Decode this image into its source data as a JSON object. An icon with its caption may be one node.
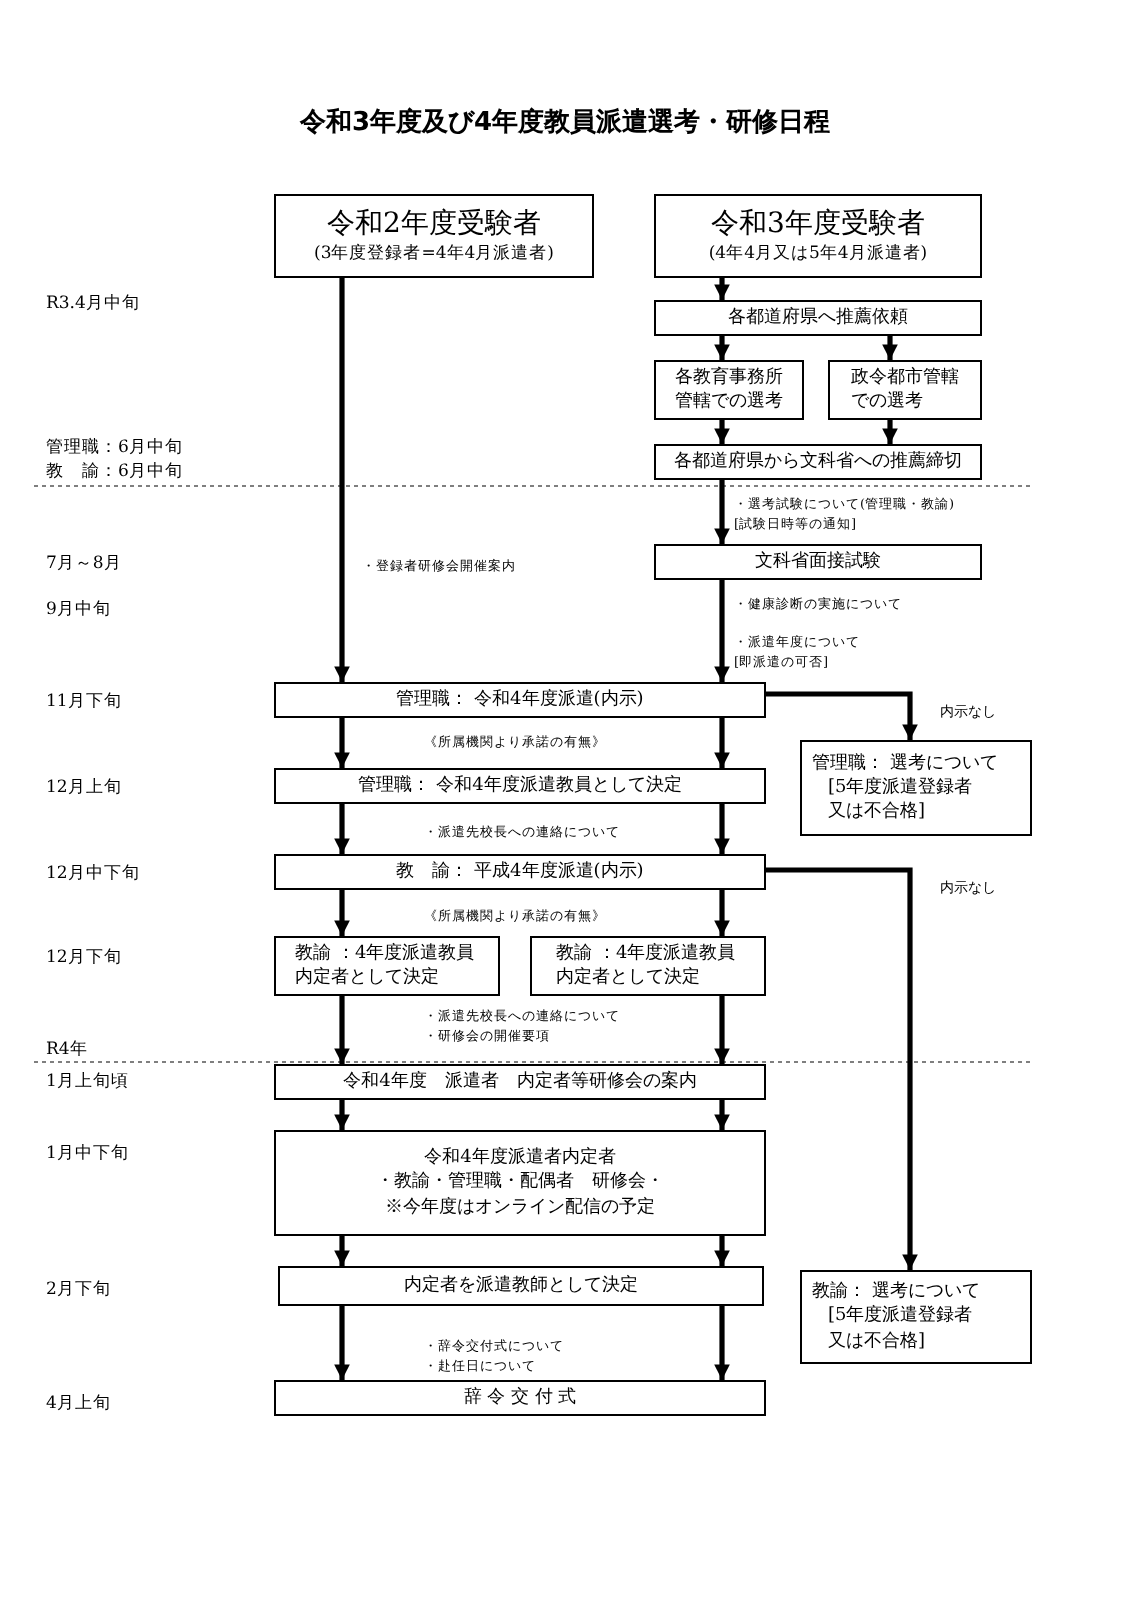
{
  "diagram": {
    "title": "令和3年度及び4年度教員派遣選考・研修日程",
    "nodes": [
      {
        "text": [
          "令和2年度受験者",
          "(3年度登録者=4年4月派遣者)"
        ]
      },
      {
        "text": [
          "令和3年度受験者",
          "(4年4月又は5年4月派遣者)"
        ]
      },
      {
        "text": [
          "各都道府県へ推薦依頼"
        ]
      },
      {
        "text": [
          "各教育事務所管轄での選考"
        ]
      },
      {
        "text": [
          "政令都市管轄での選考"
        ]
      },
      {
        "text": [
          "各都道府県から文科省への推薦締切"
        ]
      },
      {
        "text": [
          "文科省面接試験"
        ]
      },
      {
        "text": [
          "管理職： 令和4年度派遣(内示)"
        ]
      },
      {
        "text": [
          "管理職： 選考について",
          "[5年度派遣登録者又は不合格]"
        ]
      },
      {
        "text": [
          "管理職： 令和4年度派遣教員として決定"
        ]
      },
      {
        "text": [
          "教　諭： 平成4年度派遣(内示)"
        ]
      },
      {
        "text": [
          "教諭 ：4年度派遣教員内定者として決定"
        ]
      },
      {
        "text": [
          "教諭 ：4年度派遣教員内定者として決定"
        ]
      },
      {
        "text": [
          "令和4年度　派遣者　内定者等研修会の案内"
        ]
      },
      {
        "text": [
          "令和4年度派遣者内定者",
          "・教諭・管理職・配偶者　研修会・",
          "※今年度はオンライン配信の予定"
        ]
      },
      {
        "text": [
          "内定者を派遣教師として決定"
        ]
      },
      {
        "text": [
          "教諭： 選考について",
          "[5年度派遣登録者又は不合格]"
        ]
      },
      {
        "text": [
          "辞 令 交 付 式"
        ]
      }
    ],
    "edges": [
      {
        "from": 0,
        "to": 7,
        "arrow": "to"
      },
      {
        "from": 1,
        "to": 2,
        "arrow": "to"
      },
      {
        "from": 2,
        "to": 3,
        "arrow": "to"
      },
      {
        "from": 2,
        "to": 4,
        "arrow": "to"
      },
      {
        "from": 3,
        "to": 5,
        "arrow": "to"
      },
      {
        "from": 4,
        "to": 5,
        "arrow": "to"
      },
      {
        "from": 5,
        "to": 6,
        "arrow": "to"
      },
      {
        "from": 6,
        "to": 7,
        "arrow": "to"
      },
      {
        "from": 7,
        "to": 8,
        "arrow": "to",
        "label": "内示なし"
      },
      {
        "from": 7,
        "to": 9,
        "arrow": "to"
      },
      {
        "from": 7,
        "to": 9,
        "arrow": "to"
      },
      {
        "from": 9,
        "to": 10,
        "arrow": "to"
      },
      {
        "from": 9,
        "to": 10,
        "arrow": "to"
      },
      {
        "from": 10,
        "to": 11,
        "arrow": "to"
      },
      {
        "from": 10,
        "to": 12,
        "arrow": "to"
      },
      {
        "from": 10,
        "to": 16,
        "arrow": "to",
        "label": "内示なし"
      },
      {
        "from": 11,
        "to": 13,
        "arrow": "to"
      },
      {
        "from": 12,
        "to": 13,
        "arrow": "to"
      },
      {
        "from": 13,
        "to": 14,
        "arrow": "to"
      },
      {
        "from": 13,
        "to": 14,
        "arrow": "to"
      },
      {
        "from": 14,
        "to": 15,
        "arrow": "to"
      },
      {
        "from": 14,
        "to": 15,
        "arrow": "to"
      },
      {
        "from": 15,
        "to": 17,
        "arrow": "to"
      },
      {
        "from": 15,
        "to": 17,
        "arrow": "to"
      }
    ],
    "labels": [
      "R3.4月中旬",
      "管理職：6月中旬",
      "教　諭：6月中旬",
      "・選考試験について(管理職・教諭) [試験日時等の通知]",
      "7月～8月",
      "・登録者研修会開催案内",
      "9月中旬",
      "・健康診断の実施について",
      "・派遣年度について [即派遣の可否]",
      "11月下旬",
      "《所属機関より承諾の有無》",
      "12月上旬",
      "・派遣先校長への連絡について",
      "12月中下旬",
      "《所属機関より承諾の有無》",
      "12月下旬",
      "・派遣先校長への連絡について",
      "・研修会の開催要項",
      "R4年",
      "1月上旬頃",
      "1月中下旬",
      "2月下旬",
      "・辞令交付式について",
      "・赴任日について",
      "4月上旬"
    ]
  }
}
